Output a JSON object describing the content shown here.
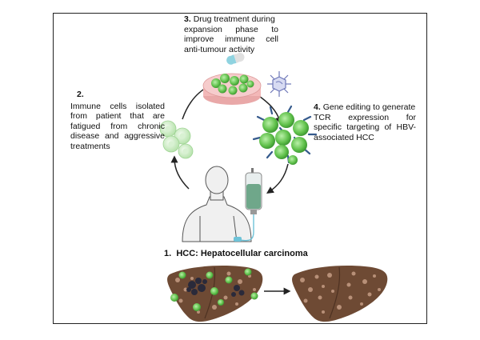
{
  "steps": {
    "step1": {
      "number": "1.",
      "text": "HCC: Hepatocellular carcinoma"
    },
    "step2": {
      "number": "2.",
      "text": [
        "Immune cells isolated",
        "from patient that are",
        "fatigued from chronic",
        "disease and aggressive",
        "treatments"
      ]
    },
    "step3": {
      "number": "3.",
      "text": [
        "Drug treatment during",
        "expansion phase to",
        "improve immune cell",
        "anti-tumour activity"
      ]
    },
    "step4": {
      "number": "4.",
      "text": [
        "Gene editing to generate",
        "TCR expression for",
        "specific targeting of HBV-",
        "associated HCC"
      ]
    }
  },
  "colors": {
    "frame": "#222222",
    "arrow": "#222222",
    "immune_cell": "#7fce6a",
    "immune_cell_light": "#cfeec7",
    "tcr": "#355a8c",
    "liver": "#6e4a34",
    "liver_spot": "#b89078",
    "tumour": "#2a2a3a",
    "dish": "#f3b8b8",
    "iv_fluid": "#6fa78a",
    "capsule_left": "#8fd3e0",
    "capsule_right": "#dddddd",
    "virus": "#7b87c8"
  },
  "icons": [
    "liver-icon",
    "immune-cell-icon",
    "petri-dish-icon",
    "capsule-icon",
    "virus-icon",
    "iv-bag-icon",
    "patient-icon",
    "arrow-icon"
  ]
}
